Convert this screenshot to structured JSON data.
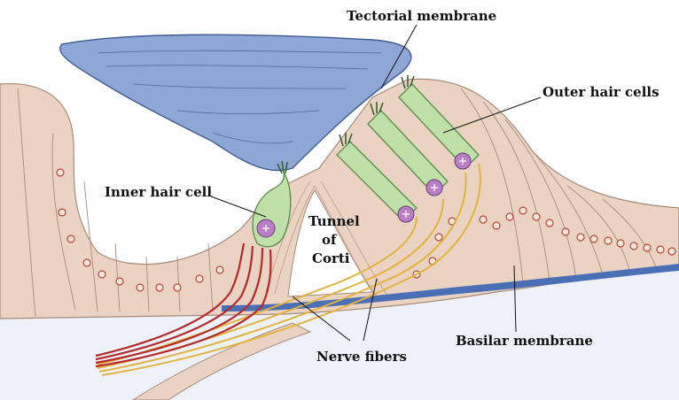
{
  "diagram": {
    "labels": {
      "tectorial_membrane": "Tectorial membrane",
      "outer_hair_cells": "Outer hair cells",
      "inner_hair_cell": "Inner hair cell",
      "tunnel_line1": "Tunnel",
      "tunnel_line2": "of",
      "tunnel_line3": "Corti",
      "basilar_membrane": "Basilar membrane",
      "nerve_fibers": "Nerve fibers"
    },
    "colors": {
      "tectorial_membrane": "#8fa7d6",
      "tissue": "#ead3c3",
      "tissue_line": "#a88a78",
      "basilar_membrane": "#4a6fb5",
      "hair_cell": "#bfe0a8",
      "hair_cell_outline": "#5a8a4a",
      "nucleus": "#b87fc4",
      "nerve_yellow": "#e2b340",
      "nerve_red": "#b5292a",
      "background_fluid": "#eef2f8"
    }
  }
}
